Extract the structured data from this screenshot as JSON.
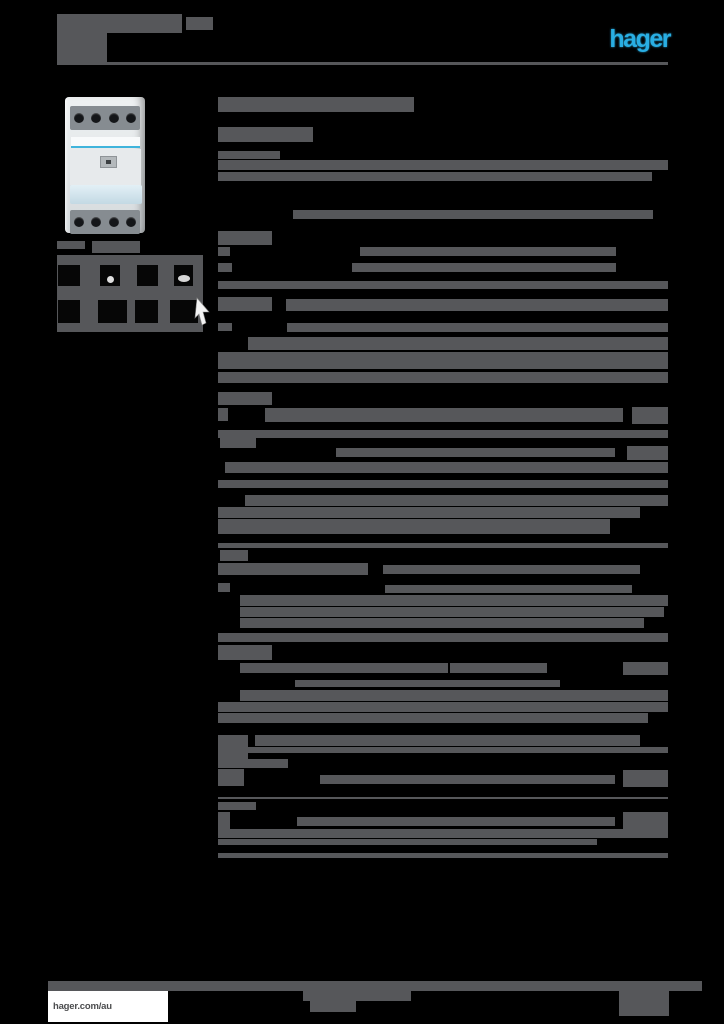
{
  "colors": {
    "background": "#000000",
    "redaction_grey": "#56575a",
    "brand_cyan": "#29aee3",
    "footer_box_bg": "#ffffff",
    "footer_text": "#4b4c4e"
  },
  "header": {
    "logo_text": "hager"
  },
  "footer": {
    "website": "hager.com/au"
  },
  "redacted": {
    "blocks": [
      [
        57,
        14,
        125,
        19
      ],
      [
        186,
        17,
        27,
        13
      ],
      [
        57,
        33,
        50,
        29
      ],
      [
        218,
        97,
        196,
        15
      ],
      [
        218,
        127,
        95,
        15
      ],
      [
        218,
        151,
        62,
        8
      ],
      [
        218,
        160,
        450,
        10
      ],
      [
        218,
        172,
        434,
        9
      ],
      [
        293,
        210,
        360,
        9
      ],
      [
        218,
        231,
        54,
        14
      ],
      [
        218,
        247,
        12,
        9
      ],
      [
        360,
        247,
        256,
        9
      ],
      [
        218,
        263,
        14,
        9
      ],
      [
        352,
        263,
        264,
        9
      ],
      [
        218,
        281,
        450,
        8
      ],
      [
        218,
        297,
        54,
        14
      ],
      [
        286,
        299,
        382,
        12
      ],
      [
        218,
        323,
        14,
        8
      ],
      [
        287,
        323,
        381,
        9
      ],
      [
        248,
        337,
        420,
        13
      ],
      [
        218,
        352,
        450,
        17
      ],
      [
        218,
        372,
        450,
        11
      ],
      [
        218,
        392,
        54,
        13
      ],
      [
        218,
        408,
        10,
        13
      ],
      [
        265,
        408,
        358,
        14
      ],
      [
        632,
        407,
        36,
        17
      ],
      [
        218,
        430,
        450,
        8
      ],
      [
        220,
        433,
        36,
        15
      ],
      [
        336,
        448,
        279,
        9
      ],
      [
        627,
        446,
        41,
        14
      ],
      [
        225,
        462,
        443,
        11
      ],
      [
        218,
        480,
        450,
        8
      ],
      [
        245,
        495,
        423,
        11
      ],
      [
        218,
        507,
        422,
        11
      ],
      [
        218,
        519,
        392,
        15
      ],
      [
        220,
        550,
        28,
        11
      ],
      [
        218,
        563,
        150,
        12
      ],
      [
        383,
        565,
        257,
        9
      ],
      [
        218,
        583,
        12,
        9
      ],
      [
        385,
        585,
        247,
        8
      ],
      [
        240,
        595,
        428,
        11
      ],
      [
        240,
        607,
        424,
        10
      ],
      [
        240,
        618,
        404,
        10
      ],
      [
        218,
        633,
        450,
        9
      ],
      [
        218,
        645,
        54,
        15
      ],
      [
        240,
        663,
        208,
        10
      ],
      [
        450,
        663,
        97,
        10
      ],
      [
        623,
        662,
        45,
        13
      ],
      [
        295,
        680,
        265,
        7
      ],
      [
        240,
        690,
        428,
        11
      ],
      [
        218,
        702,
        450,
        10
      ],
      [
        218,
        713,
        430,
        10
      ],
      [
        218,
        735,
        30,
        25
      ],
      [
        255,
        735,
        385,
        11
      ],
      [
        218,
        759,
        70,
        9
      ],
      [
        218,
        769,
        26,
        17
      ],
      [
        320,
        775,
        295,
        9
      ],
      [
        623,
        770,
        45,
        17
      ],
      [
        218,
        802,
        38,
        8
      ],
      [
        218,
        812,
        12,
        17
      ],
      [
        297,
        817,
        318,
        9
      ],
      [
        623,
        812,
        45,
        17
      ],
      [
        218,
        829,
        450,
        9
      ],
      [
        218,
        839,
        379,
        6
      ],
      [
        57,
        241,
        28,
        8
      ],
      [
        92,
        241,
        48,
        12
      ],
      [
        303,
        988,
        108,
        13
      ],
      [
        310,
        1001,
        46,
        11
      ],
      [
        619,
        988,
        50,
        28
      ]
    ],
    "rules": [
      [
        57,
        62,
        611,
        3
      ],
      [
        218,
        543,
        450,
        5
      ],
      [
        218,
        747,
        450,
        6
      ],
      [
        218,
        797,
        450,
        2
      ],
      [
        218,
        853,
        450,
        5
      ]
    ]
  },
  "thumbnails": {
    "panel": [
      57,
      255,
      146,
      77
    ],
    "tiles": [
      [
        58,
        265,
        22,
        21,
        ""
      ],
      [
        100,
        265,
        20,
        21,
        "dot"
      ],
      [
        137,
        265,
        21,
        21,
        ""
      ],
      [
        174,
        265,
        19,
        21,
        "oval"
      ],
      [
        58,
        300,
        22,
        23,
        ""
      ],
      [
        98,
        300,
        29,
        23,
        ""
      ],
      [
        135,
        300,
        23,
        23,
        ""
      ],
      [
        170,
        300,
        28,
        23,
        ""
      ]
    ]
  }
}
